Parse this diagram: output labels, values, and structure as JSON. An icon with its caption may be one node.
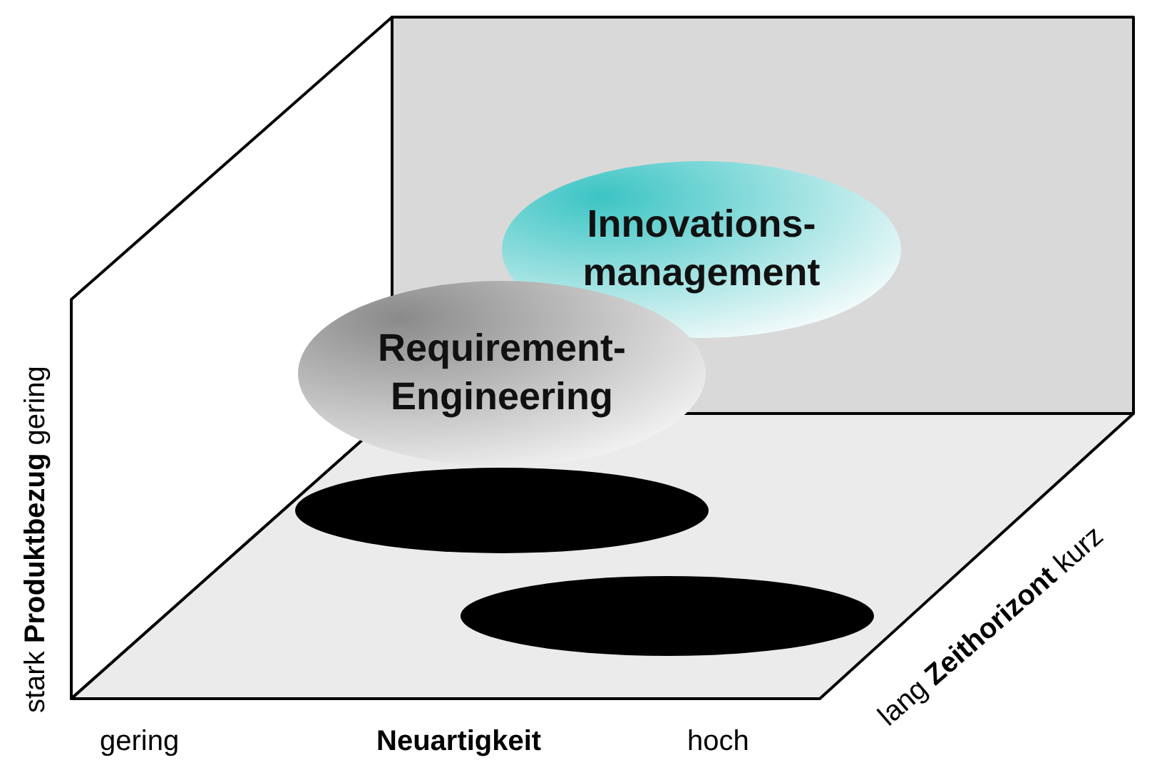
{
  "diagram": {
    "nodes": [
      {
        "text": [
          "Innovations- management"
        ]
      },
      {
        "text": [
          "Requirement- Engineering"
        ]
      },
      {
        "text": [],
        "shape": "ellipse"
      },
      {
        "text": [],
        "shape": "ellipse"
      }
    ],
    "labels": [
      "stark **Produktbezug** gering",
      "lang **Zeithorizont** kurz",
      "gering",
      "Neuartigkeit",
      "hoch"
    ]
  }
}
